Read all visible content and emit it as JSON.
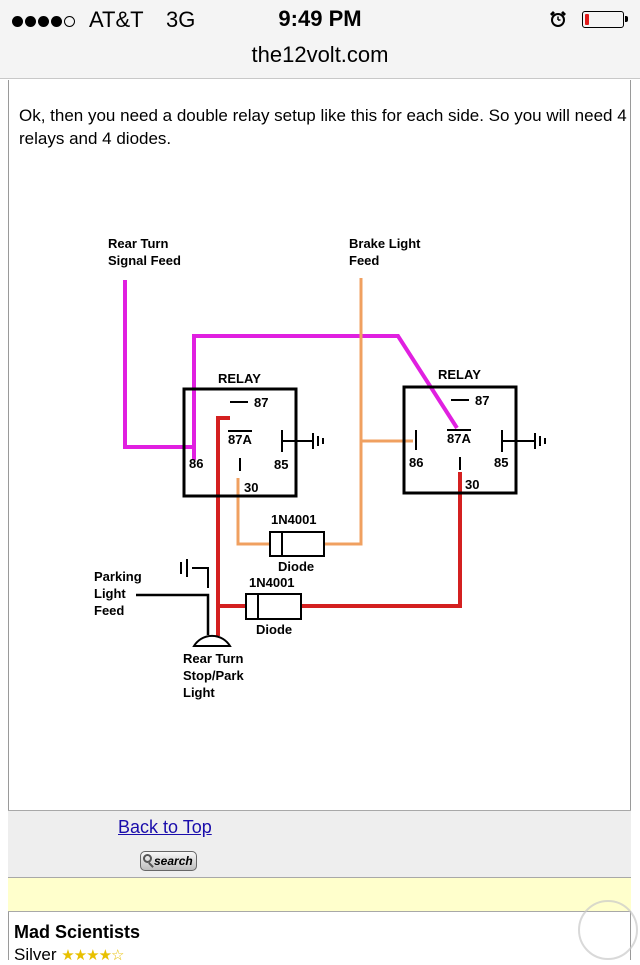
{
  "status_bar": {
    "signal_dots_filled": 4,
    "signal_dots_total": 5,
    "carrier": "AT&T",
    "network": "3G",
    "time": "9:49 PM",
    "battery_level": 0.12,
    "battery_color": "#e01b1b",
    "alarm_icon": "alarm-clock-icon",
    "battery_icon": "battery-icon"
  },
  "browser": {
    "url": "the12volt.com"
  },
  "post": {
    "intro": "Ok,  then you need a double relay setup like this for each side.  So you will need 4 relays and 4 diodes."
  },
  "diagram": {
    "wire_colors": {
      "turn_signal": "#e020e0",
      "brake": "#f0a060",
      "output": "#d42020",
      "ground": "#000000"
    },
    "labels": {
      "rear_turn_feed_1": "Rear Turn",
      "rear_turn_feed_2": "Signal Feed",
      "brake_feed_1": "Brake Light",
      "brake_feed_2": "Feed",
      "relay_left": "RELAY",
      "relay_right": "RELAY",
      "pin_87": "87",
      "pin_87a": "87A",
      "pin_86": "86",
      "pin_85": "85",
      "pin_30": "30",
      "diode_top_part": "1N4001",
      "diode_top_name": "Diode",
      "diode_bottom_part": "1N4001",
      "diode_bottom_name": "Diode",
      "parking_1": "Parking",
      "parking_2": "Light",
      "parking_3": "Feed",
      "bulb_1": "Rear Turn",
      "bulb_2": "Stop/Park",
      "bulb_3": "Light"
    }
  },
  "footer": {
    "back_to_top": "Back to Top",
    "search_button": "search",
    "username": "Mad Scientists",
    "rank": "Silver",
    "rank_stars": "★★★★☆",
    "watermark_icon": "the12volt-watermark-icon"
  }
}
